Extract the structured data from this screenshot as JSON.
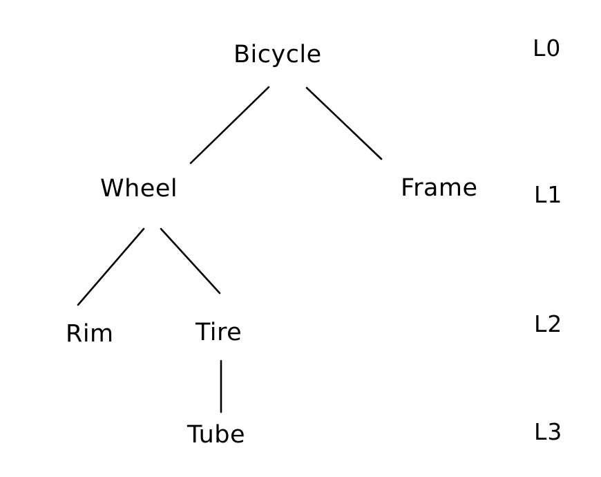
{
  "diagram": {
    "title": "Bicycle part hierarchy tree",
    "style": "hand-drawn",
    "background_color": "#ffffff",
    "stroke_color": "#000000",
    "text_color": "#000000",
    "nodes": [
      {
        "id": "bicycle",
        "label": "Bicycle",
        "level": 0
      },
      {
        "id": "wheel",
        "label": "Wheel",
        "level": 1
      },
      {
        "id": "frame",
        "label": "Frame",
        "level": 1
      },
      {
        "id": "rim",
        "label": "Rim",
        "level": 2
      },
      {
        "id": "tire",
        "label": "Tire",
        "level": 2
      },
      {
        "id": "tube",
        "label": "Tube",
        "level": 3
      }
    ],
    "edges": [
      {
        "from": "bicycle",
        "to": "wheel"
      },
      {
        "from": "bicycle",
        "to": "frame"
      },
      {
        "from": "wheel",
        "to": "rim"
      },
      {
        "from": "wheel",
        "to": "tire"
      },
      {
        "from": "tire",
        "to": "tube"
      }
    ],
    "level_labels": [
      {
        "id": "l0",
        "label": "L0"
      },
      {
        "id": "l1",
        "label": "L1"
      },
      {
        "id": "l2",
        "label": "L2"
      },
      {
        "id": "l3",
        "label": "L3"
      }
    ]
  }
}
